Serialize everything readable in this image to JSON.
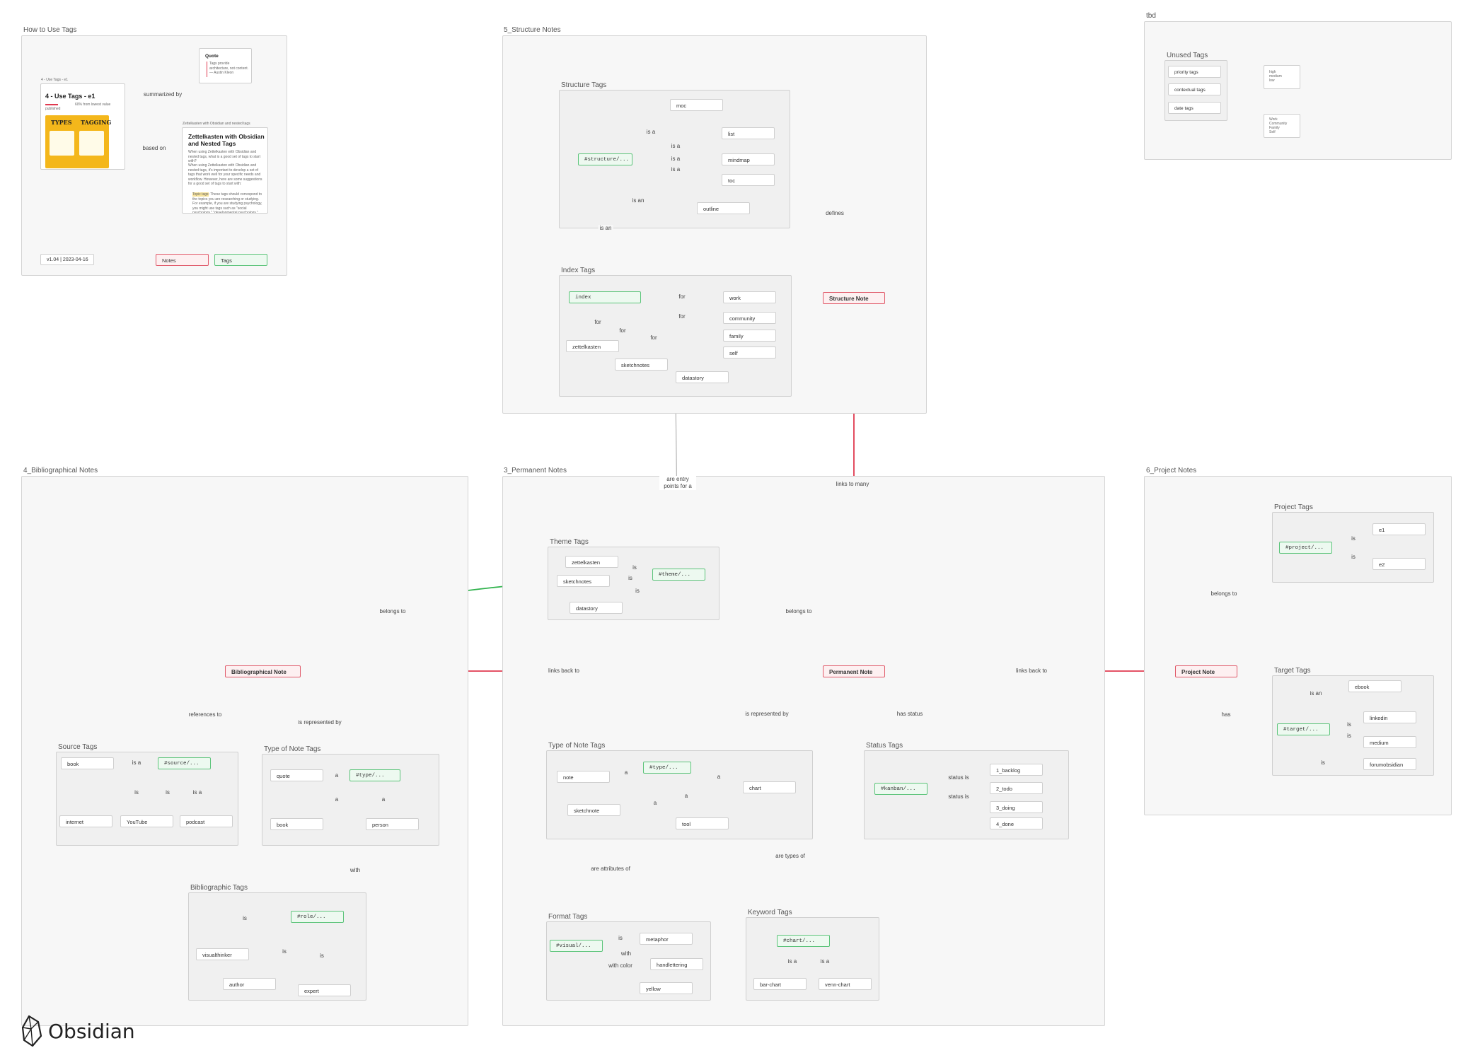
{
  "groups": {
    "how_to": "How to Use Tags",
    "structure": "5_Structure Notes",
    "structure_tags": "Structure Tags",
    "index_tags": "Index Tags",
    "tbd": "tbd",
    "unused_tags": "Unused Tags",
    "bibliographical": "4_Bibliographical Notes",
    "source_tags": "Source Tags",
    "type_note_tags_b": "Type of Note Tags",
    "bibliographic_tags": "Bibliographic Tags",
    "permanent": "3_Permanent Notes",
    "theme_tags": "Theme Tags",
    "type_note_tags_p": "Type of Note Tags",
    "status_tags": "Status Tags",
    "format_tags": "Format Tags",
    "keyword_tags": "Keyword Tags",
    "project": "6_Project Notes",
    "project_tags": "Project Tags",
    "target_tags": "Target Tags"
  },
  "how_to": {
    "card_caption": "4 - Use Tags - e1",
    "card_title": "4 - Use Tags - e1",
    "card_meta": "published",
    "card_meta2": "60% from lowest value",
    "card_img_left": "TYPES",
    "card_img_right": "TAGGING",
    "quote_title": "Quote",
    "quote_text": "Tags provide architecture, not content. — Austin Kleon",
    "article_caption": "Zettelkasten with Obsidian and nested tags",
    "article_title": "Zettelkasten with Obsidian and Nested Tags",
    "article_p1": "When using Zettelkasten with Obsidian and nested tags, what is a good set of tags to start with?",
    "article_p2": "When using Zettelkasten with Obsidian and nested tags, it's important to develop a set of tags that work well for your specific needs and workflow. However, here are some suggestions for a good set of tags to start with:",
    "article_p3_highlight": "Topic tags",
    "article_p3": ": These tags should correspond to the topics you are researching or studying. For example, if you are studying psychology, you might use tags such as \"social psychology,\" \"developmental psychology,\" \"clinical...",
    "edge_summarized": "summarized by",
    "edge_based_on": "based on",
    "version": "v1.04 | 2023-04-16",
    "legend_notes": "Notes",
    "legend_tags": "Tags"
  },
  "structure": {
    "tag_structure": "#structure/...",
    "moc": "moc",
    "list": "list",
    "mindmap": "mindmap",
    "toc": "toc",
    "outline": "outline",
    "is_a_1": "is a",
    "is_a_2": "is a",
    "is_a_3": "is a",
    "is_a_4": "is a",
    "is_an_outline": "is an",
    "is_an_index": "is an",
    "tag_index": "index",
    "work": "work",
    "community": "community",
    "family": "family",
    "self": "self",
    "zettelkasten": "zettelkasten",
    "sketchnotes": "sketchnotes",
    "datastory": "datastory",
    "for_1": "for",
    "for_2": "for",
    "for_3": "for",
    "for_4": "for",
    "for_5": "for",
    "structure_note": "Structure Note",
    "defines": "defines"
  },
  "tbd": {
    "priority": "priority tags",
    "contextual": "contextual tags",
    "date": "date tags",
    "priority_vals": [
      "high",
      "medium",
      "low"
    ],
    "contextual_vals": [
      "Work",
      "Community",
      "Family",
      "Self"
    ]
  },
  "permanent": {
    "are_entry": "are entry points for a",
    "links_to_many": "links to many",
    "theme_tag": "#theme/...",
    "t_zettelkasten": "zettelkasten",
    "t_sketchnotes": "sketchnotes",
    "t_datastory": "datastory",
    "t_is1": "is",
    "t_is2": "is",
    "t_is3": "is",
    "belongs_to": "belongs to",
    "permanent_note": "Permanent Note",
    "is_represented_by": "is represented by",
    "has_status": "has status",
    "type_tag": "#type/...",
    "note": "note",
    "chart": "chart",
    "sketchnote": "sketchnote",
    "tool": "tool",
    "a1": "a",
    "a2": "a",
    "a3": "a",
    "a4": "a",
    "kanban_tag": "#kanban/...",
    "backlog": "1_backlog",
    "todo": "2_todo",
    "doing": "3_doing",
    "done": "4_done",
    "status_is_1": "status is",
    "status_is_2": "status is",
    "are_attributes": "are attributes of",
    "are_types": "are types of",
    "visual_tag": "#visual/...",
    "metaphor": "metaphor",
    "handlettering": "handlettering",
    "yellow": "yellow",
    "v_is": "is",
    "v_with": "with",
    "v_with_color": "with color",
    "chart_tag": "#chart/...",
    "bar_chart": "bar-chart",
    "venn_chart": "venn-chart",
    "c_is_a1": "is a",
    "c_is_a2": "is a"
  },
  "bibliographical": {
    "bib_note": "Bibliographical Note",
    "belongs_to": "belongs to",
    "links_back_to": "links back to",
    "references_to": "references to",
    "is_represented_by": "is represented by",
    "source_tag": "#source/...",
    "book": "book",
    "internet": "internet",
    "youtube": "YouTube",
    "podcast": "podcast",
    "s_is_a": "is a",
    "s_is1": "is",
    "s_is2": "is",
    "s_is_a2": "is a",
    "type_tag": "#type/...",
    "quote": "quote",
    "b_book": "book",
    "person": "person",
    "b_a1": "a",
    "b_a2": "a",
    "b_a3": "a",
    "with": "with",
    "role_tag": "#role/...",
    "visualthinker": "visualthinker",
    "author": "author",
    "expert": "expert",
    "r_is1": "is",
    "r_is2": "is",
    "r_is3": "is"
  },
  "project": {
    "project_note": "Project Note",
    "links_back_to": "links back to",
    "belongs_to": "belongs to",
    "has": "has",
    "project_tag": "#project/...",
    "e1": "e1",
    "e2": "e2",
    "p_is1": "is",
    "p_is2": "is",
    "target_tag": "#target/...",
    "ebook": "ebook",
    "linkedin": "linkedin",
    "medium": "medium",
    "forumobsidian": "forumobsidian",
    "is_an": "is an",
    "t_is1": "is",
    "t_is2": "is",
    "t_is3": "is"
  },
  "footer": {
    "logo_text": "Obsidian"
  },
  "colors": {
    "green": "#2fb24c",
    "red": "#e0394f",
    "gray": "#b5b5b5"
  }
}
